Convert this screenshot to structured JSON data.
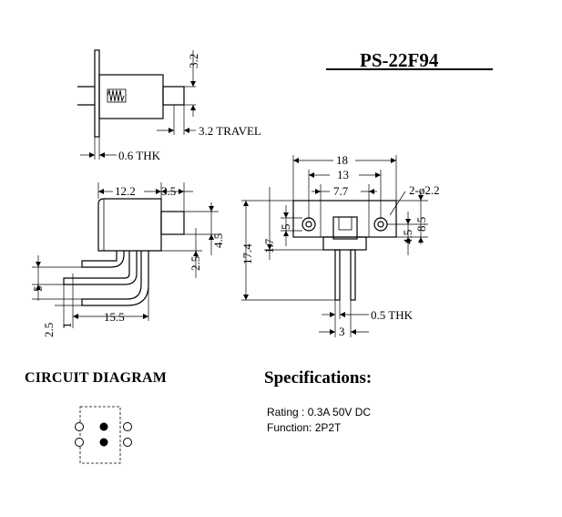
{
  "part_number": "PS-22F94",
  "circuit": {
    "title": "CIRCUIT DIAGRAM"
  },
  "specifications": {
    "title": "Specifications:",
    "rating": "Rating : 0.3A 50V DC",
    "function": "Function: 2P2T"
  },
  "dimensions": {
    "top_height": "3.2",
    "travel": "3.2 TRAVEL",
    "thickness": "0.6 THK",
    "body_width": "12.2",
    "actuator_length": "3.5",
    "actuator_height": "4.5",
    "pin_offset": "2.5",
    "pin_pitch": "5",
    "pin_bottom_offset": "2.5",
    "pin_gap": "1",
    "pin_length": "15.5",
    "bracket_width": "18",
    "hole_pitch": "13",
    "slot_width": "7.7",
    "mount_holes": "2-ø2.2",
    "overall_height": "17.4",
    "hole_height": "5",
    "lower_offset": "1.7",
    "bracket_height": "4.5",
    "total_bracket_height": "8.5",
    "terminal_thickness": "0.5 THK",
    "terminal_spacing": "3"
  }
}
